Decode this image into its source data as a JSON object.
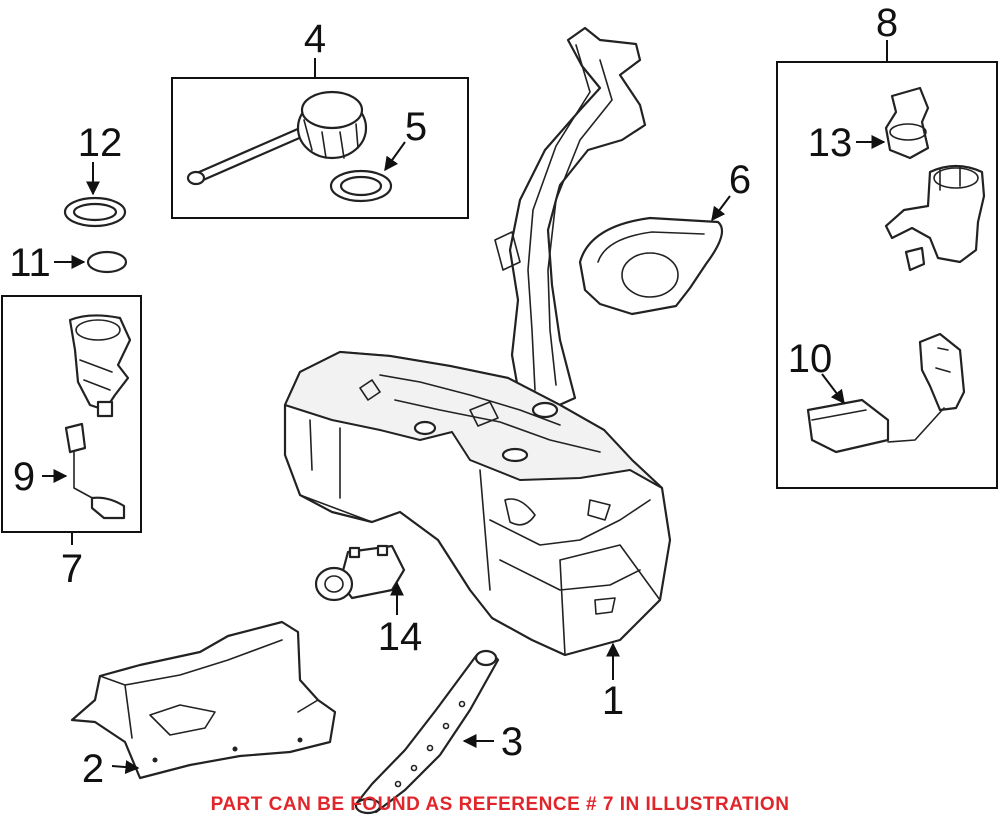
{
  "diagram": {
    "callouts": {
      "c1": "1",
      "c2": "2",
      "c3": "3",
      "c4": "4",
      "c5": "5",
      "c6": "6",
      "c7": "7",
      "c8": "8",
      "c9": "9",
      "c10": "10",
      "c11": "11",
      "c12": "12",
      "c13": "13",
      "c14": "14"
    },
    "note": "PART CAN BE FOUND AS REFERENCE # 7 IN ILLUSTRATION",
    "colors": {
      "note": "#e0262b",
      "lines": "#222222",
      "background": "#ffffff"
    }
  }
}
